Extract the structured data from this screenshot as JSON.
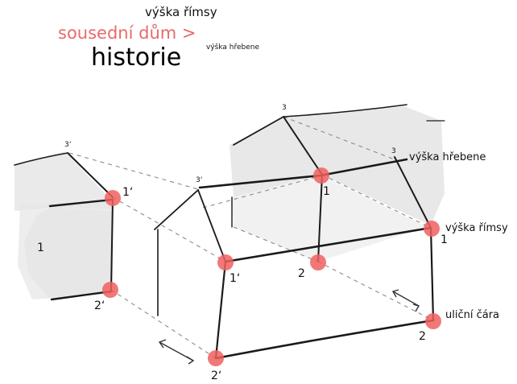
{
  "header": {
    "line1": "výška římsy",
    "line2": "sousední dům >",
    "line3": "historie",
    "line3_suffix": "výška hřebene"
  },
  "labels": {
    "ridge_height": "výška hřebene",
    "cornice_height": "výška římsy",
    "street_line": "uliční čára",
    "left_wall_number": "1"
  },
  "points": [
    {
      "id": "left-1p",
      "label": "1‘"
    },
    {
      "id": "left-2p",
      "label": "2‘"
    },
    {
      "id": "mid-1p",
      "label": "1‘"
    },
    {
      "id": "mid-2p",
      "label": "2‘"
    },
    {
      "id": "right-1-top",
      "label": "1"
    },
    {
      "id": "right-2-mid",
      "label": "2"
    },
    {
      "id": "right-1-corner",
      "label": "1"
    },
    {
      "id": "right-2-corner",
      "label": "2"
    }
  ],
  "apex_labels": {
    "left_apex": "3‘",
    "mid_apex": "3‘",
    "right_apex_a": "3",
    "right_apex_b": "3"
  },
  "colors": {
    "marker": "#f06060",
    "accent_text": "#e96a6a",
    "shading": "#e4e4e4",
    "line": "#1a1a1a"
  }
}
